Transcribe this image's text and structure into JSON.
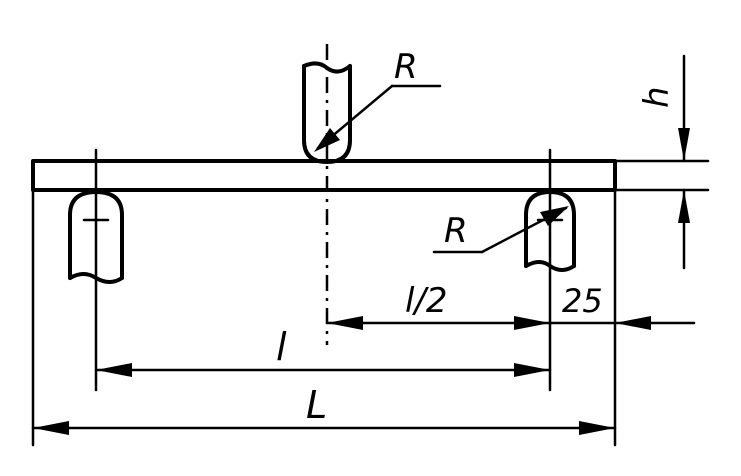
{
  "labels": {
    "radius_top": "R",
    "radius_right": "R",
    "thickness": "h",
    "half_span": "l/2",
    "overhang": "25",
    "span": "l",
    "length": "L"
  }
}
